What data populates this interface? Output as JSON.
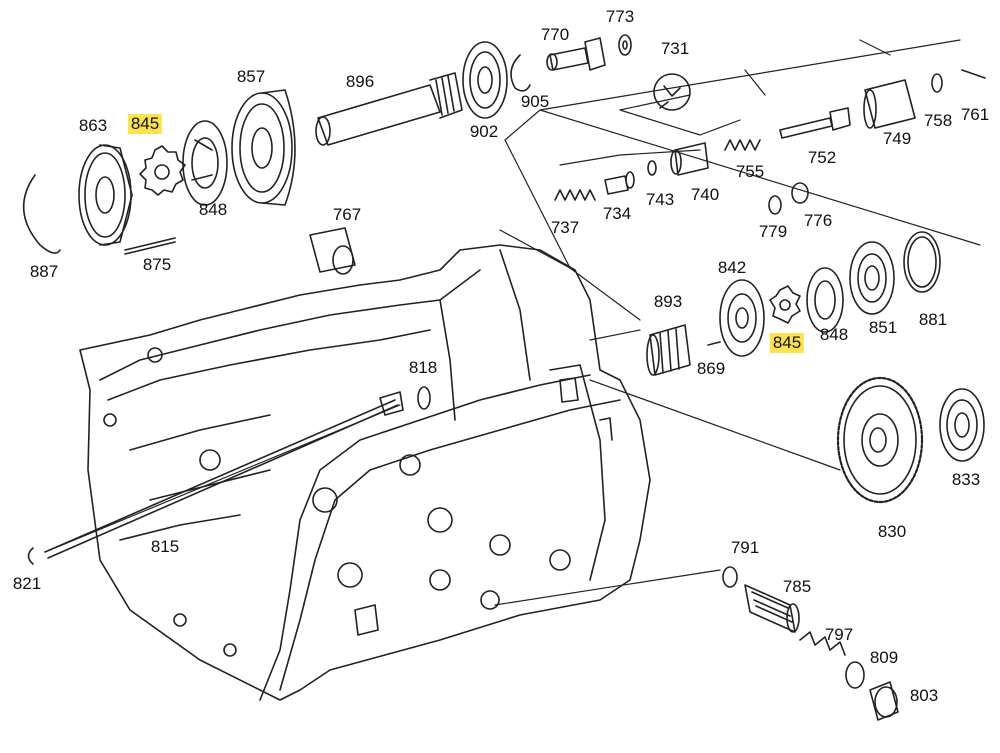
{
  "diagram": {
    "highlight_color": "#fde34a",
    "line_color": "#222222",
    "part_numbers": [
      {
        "id": "p863",
        "text": "863"
      },
      {
        "id": "p845a",
        "text": "845",
        "highlighted": true
      },
      {
        "id": "p857",
        "text": "857"
      },
      {
        "id": "p896",
        "text": "896"
      },
      {
        "id": "p902",
        "text": "902"
      },
      {
        "id": "p905",
        "text": "905"
      },
      {
        "id": "p770",
        "text": "770"
      },
      {
        "id": "p773",
        "text": "773"
      },
      {
        "id": "p731",
        "text": "731"
      },
      {
        "id": "p848a",
        "text": "848"
      },
      {
        "id": "p887",
        "text": "887"
      },
      {
        "id": "p875",
        "text": "875"
      },
      {
        "id": "p767",
        "text": "767"
      },
      {
        "id": "p737",
        "text": "737"
      },
      {
        "id": "p734",
        "text": "734"
      },
      {
        "id": "p743",
        "text": "743"
      },
      {
        "id": "p740",
        "text": "740"
      },
      {
        "id": "p755",
        "text": "755"
      },
      {
        "id": "p752",
        "text": "752"
      },
      {
        "id": "p749",
        "text": "749"
      },
      {
        "id": "p758",
        "text": "758"
      },
      {
        "id": "p761",
        "text": "761"
      },
      {
        "id": "p779",
        "text": "779"
      },
      {
        "id": "p776",
        "text": "776"
      },
      {
        "id": "p842",
        "text": "842"
      },
      {
        "id": "p893",
        "text": "893"
      },
      {
        "id": "p869",
        "text": "869"
      },
      {
        "id": "p845b",
        "text": "845",
        "highlighted": true
      },
      {
        "id": "p848b",
        "text": "848"
      },
      {
        "id": "p851",
        "text": "851"
      },
      {
        "id": "p881",
        "text": "881"
      },
      {
        "id": "p818",
        "text": "818"
      },
      {
        "id": "p815",
        "text": "815"
      },
      {
        "id": "p821",
        "text": "821"
      },
      {
        "id": "p830",
        "text": "830"
      },
      {
        "id": "p833",
        "text": "833"
      },
      {
        "id": "p791",
        "text": "791"
      },
      {
        "id": "p785",
        "text": "785"
      },
      {
        "id": "p797",
        "text": "797"
      },
      {
        "id": "p809",
        "text": "809"
      },
      {
        "id": "p803",
        "text": "803"
      }
    ]
  }
}
